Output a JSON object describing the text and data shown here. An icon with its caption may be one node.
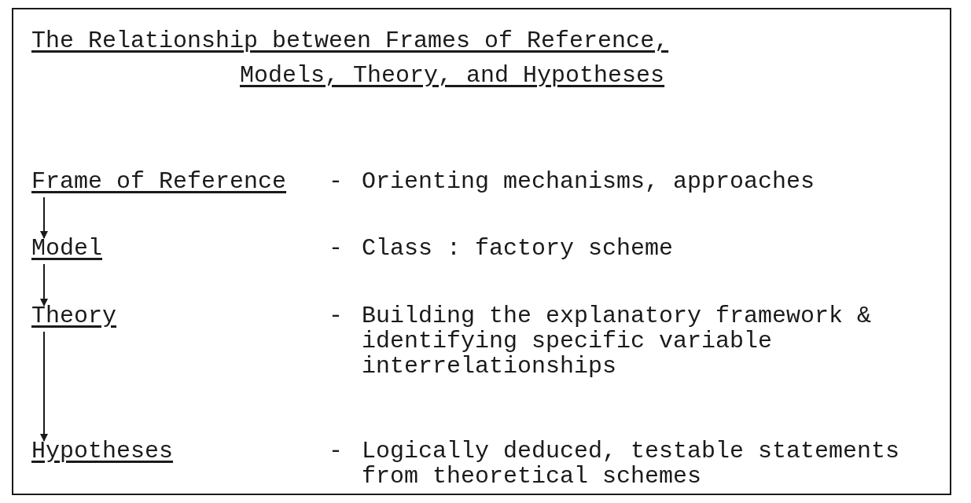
{
  "diagram": {
    "title": "The Relationship between Frames of Reference, Models, Theory, and Hypotheses",
    "nodes": [
      {
        "text": [
          "Frame of Reference"
        ],
        "beside": [
          "-",
          "Orienting mechanisms, approaches"
        ]
      },
      {
        "text": [
          "Model"
        ],
        "beside": [
          "-",
          "Class : factory scheme"
        ]
      },
      {
        "text": [
          "Theory"
        ],
        "beside": [
          "-",
          "Building the explanatory framework & identifying specific variable interrelationships"
        ]
      },
      {
        "text": [
          "Hypotheses"
        ],
        "beside": [
          "-",
          "Logically deduced, testable statements from theoretical schemes"
        ]
      }
    ],
    "edges": [
      {
        "from": 0,
        "to": 1,
        "arrow": "to"
      },
      {
        "from": 1,
        "to": 2,
        "arrow": "to"
      },
      {
        "from": 2,
        "to": 3,
        "arrow": "to"
      }
    ]
  }
}
